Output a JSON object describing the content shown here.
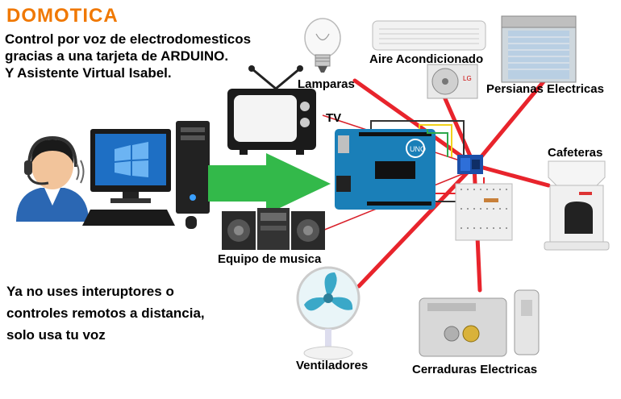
{
  "header": {
    "title": "DOMOTICA",
    "intro_lines": [
      "Control por voz de electrodomesticos",
      "gracias a una tarjeta de ARDUINO.",
      "Y Asistente Virtual Isabel."
    ]
  },
  "footer": {
    "lines": [
      "Ya no uses interuptores o",
      "controles remotos a distancia,",
      "solo usa tu voz"
    ]
  },
  "devices": {
    "lamparas": "Lamparas",
    "aire": "Aire Acondicionado",
    "persianas": "Persianas Electricas",
    "tv": "TV",
    "cafeteras": "Cafeteras",
    "equipo": "Equipo de musica",
    "ventiladores": "Ventiladores",
    "cerraduras": "Cerraduras Electricas"
  },
  "colors": {
    "brand": "#f07800",
    "link": "#e8242c",
    "arrow": "#33b94a",
    "board": "#1a7fb8"
  },
  "icons": [
    "user-headset-icon",
    "computer-icon",
    "arduino-board-icon",
    "relay-module-icon",
    "lamp-icon",
    "air-conditioner-icon",
    "blinds-icon",
    "tv-icon",
    "coffee-maker-icon",
    "stereo-icon",
    "fan-icon",
    "electric-lock-icon"
  ]
}
